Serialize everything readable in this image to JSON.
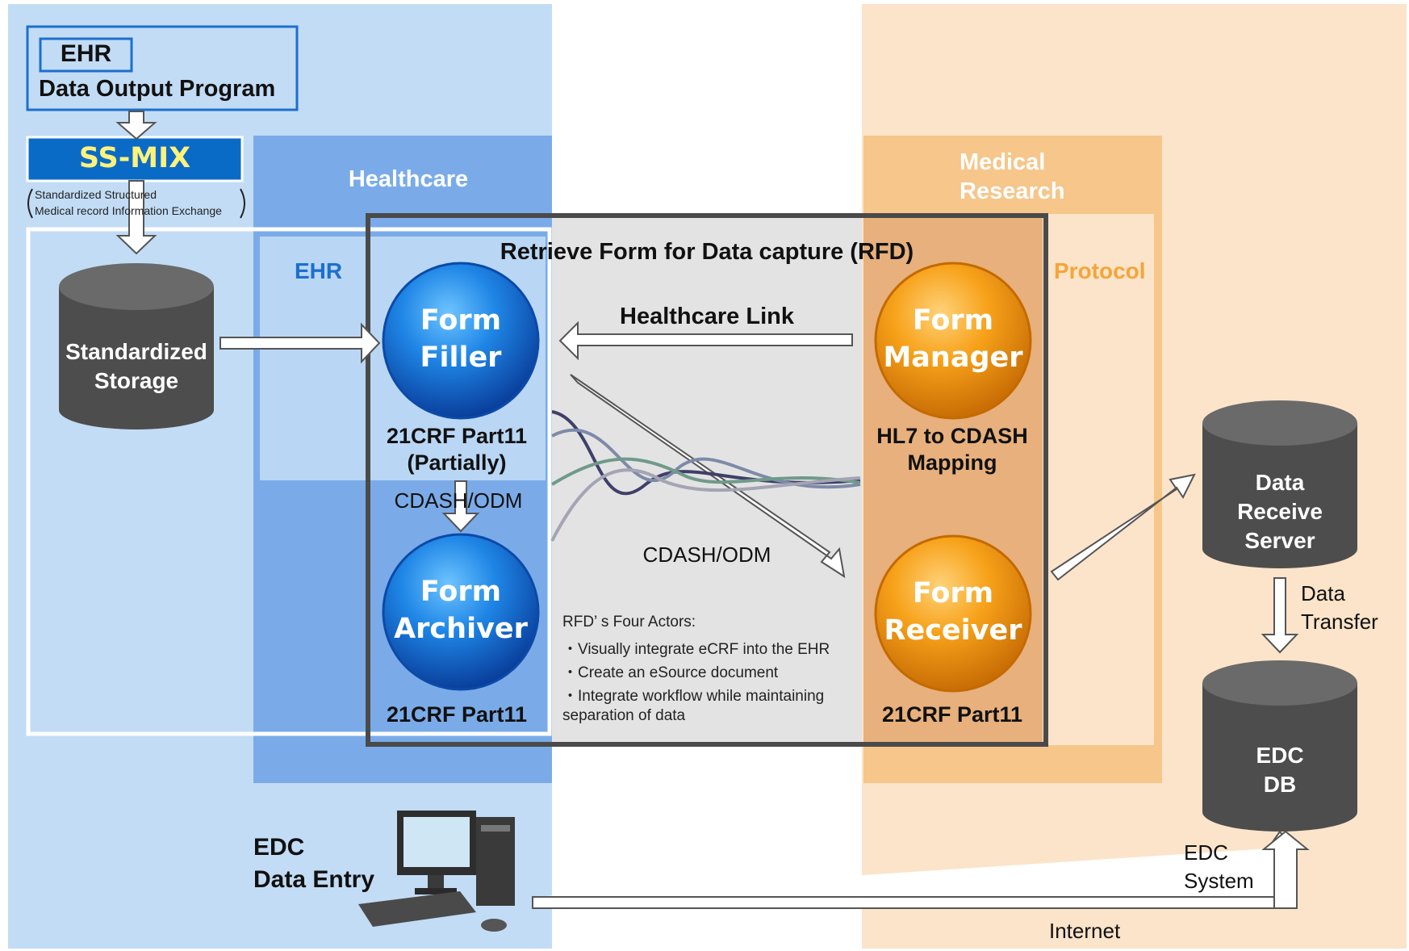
{
  "ehr_box": {
    "tag": "EHR",
    "program": "Data Output Program"
  },
  "ssmix": {
    "label": "SS-MIX",
    "desc_line1": "Standardized Structured",
    "desc_line2": "Medical record Information Exchange"
  },
  "storage": {
    "label": "Standardized\nStorage"
  },
  "healthcare": {
    "title": "Healthcare",
    "ehr_label": "EHR"
  },
  "medical_research": {
    "title": "Medical\nResearch",
    "protocol_label": "Protocol"
  },
  "rfd": {
    "title": "Retrieve Form for Data capture (RFD)"
  },
  "form_filler": {
    "label": "Form\nFiller",
    "caption": "21CRF Part11\n(Partially)"
  },
  "form_archiver": {
    "label": "Form\nArchiver",
    "caption": "21CRF Part11"
  },
  "form_manager": {
    "label": "Form\nManager",
    "caption": "HL7 to CDASH\nMapping"
  },
  "form_receiver": {
    "label": "Form\nReceiver",
    "caption": "21CRF Part11"
  },
  "links": {
    "healthcare_link": "Healthcare Link",
    "cdash_odm_vertical": "CDASH/ODM",
    "cdash_odm_diagonal": "CDASH/ODM",
    "data_transfer": "Data\nTransfer",
    "internet": "Internet"
  },
  "actors_note": {
    "heading": "RFD’ s Four Actors:",
    "items": [
      "・Visually integrate eCRF into the EHR",
      "・Create an eSource document",
      "・Integrate workflow while maintaining",
      "separation of data"
    ]
  },
  "data_receive_server": {
    "label": "Data\nReceive\nServer"
  },
  "edc_db": {
    "label": "EDC\nDB"
  },
  "edc_system": {
    "label": "EDC\nSystem"
  },
  "edc_entry": {
    "label": "EDC\nData Entry"
  },
  "colors": {
    "light_blue": "#c2dcf5",
    "mid_blue": "#7aabe8",
    "panel_blue": "#a9c9ef",
    "light_orange": "#fbe4c9",
    "mid_orange": "#f6c68a",
    "dark_orange": "#e7b07c",
    "gray_center": "#e3e3e3",
    "cylinder": "#4d4d4d",
    "ssmix_blue": "#0a6bc7",
    "ssmix_yellow": "#fff27a",
    "blue_text": "#1c6fce",
    "protocol_orange": "#f4a53a"
  }
}
